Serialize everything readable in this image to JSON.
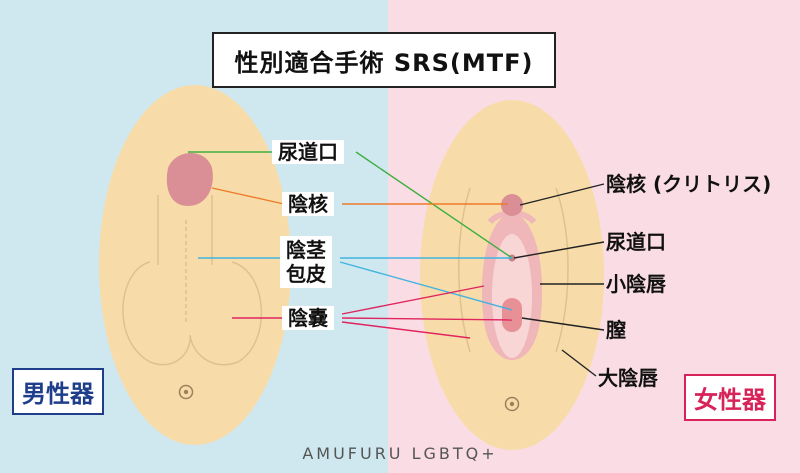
{
  "title": "性別適合手術 SRS(MTF)",
  "labels": {
    "urethra_center": "尿道口",
    "glans_center": "陰核",
    "shaft": "陰茎",
    "foreskin": "包皮",
    "scrotum": "陰嚢",
    "clitoris_right": "陰核 (クリトリス)",
    "urethra_right": "尿道口",
    "labia_minora": "小陰唇",
    "vagina": "膣",
    "labia_majora": "大陰唇"
  },
  "male_label": "男性器",
  "female_label": "女性器",
  "credit": "AMUFURU LGBTQ+",
  "colors": {
    "bg_male": "#cfe8f0",
    "bg_female": "#fadde4",
    "skin": "#f7dcaa",
    "pink_dark": "#d98f95",
    "pink_mid": "#efb7b9",
    "pink_light": "#f9d6d6",
    "line_green": "#3fae3f",
    "line_orange": "#ee7a28",
    "line_blue": "#42b3e0",
    "line_red": "#e0245e",
    "male_accent": "#1e3e8c",
    "female_accent": "#d8235a"
  }
}
